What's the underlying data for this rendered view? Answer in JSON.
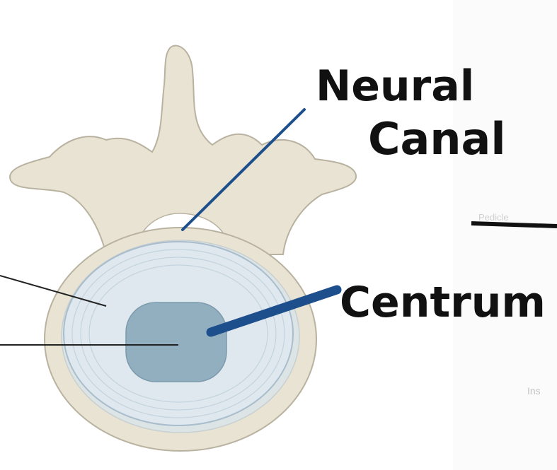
{
  "labels": {
    "neural_canal_line1": "Neural",
    "neural_canal_line2": "Canal",
    "centrum": "Centrum"
  },
  "partial_text": {
    "right_mid": "Pedicle",
    "right_low": "Ins"
  },
  "colors": {
    "bone": "#e8e3d3",
    "bone_outline": "#b9b2a0",
    "disc_ring": "#dfe8ef",
    "disc_core": "#92afc0",
    "annotation_line": "#1d4f8c",
    "pointer_line": "#222222",
    "handwriting": "#111111"
  }
}
